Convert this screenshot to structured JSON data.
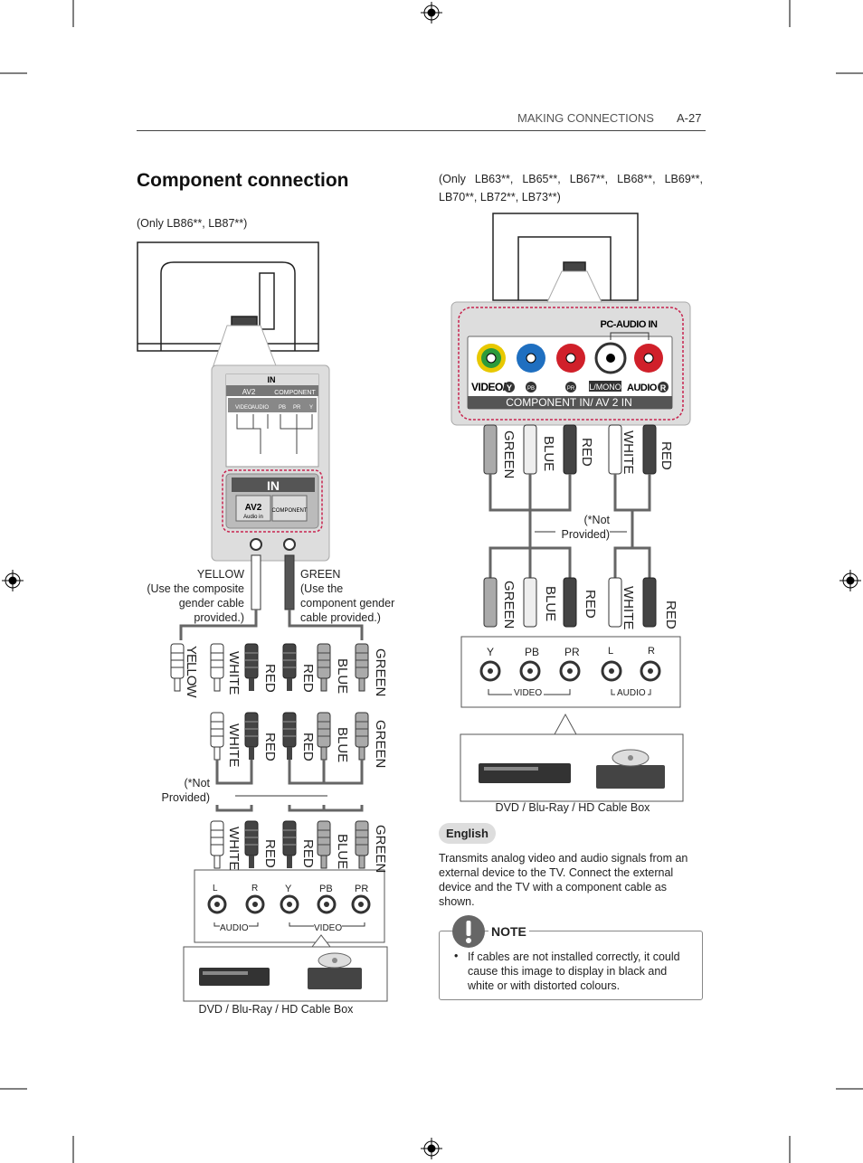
{
  "header": {
    "section": "MAKING CONNECTIONS",
    "page": "A-27"
  },
  "title": "Component connection",
  "left": {
    "models": "(Only LB86**, LB87**)",
    "panel": {
      "in_label": "IN",
      "av2": "AV2",
      "component": "COMPONENT",
      "video": "VIDEO",
      "audio": "AUDIO",
      "pb": "PB",
      "pr": "PR",
      "y": "Y",
      "in_big": "IN",
      "av2_big": "AV2",
      "audio_in": "Audio in",
      "component_small": "COMPONENT"
    },
    "yellow_note": [
      "YELLOW",
      "(Use the composite",
      "gender cable",
      "provided.)"
    ],
    "green_note": [
      "GREEN",
      "(Use the",
      "component gender",
      "cable provided.)"
    ],
    "row1": [
      "YELLOW",
      "WHITE",
      "RED",
      "RED",
      "BLUE",
      "GREEN"
    ],
    "row2": [
      "WHITE",
      "RED",
      "RED",
      "BLUE",
      "GREEN"
    ],
    "row3": [
      "WHITE",
      "RED",
      "RED",
      "BLUE",
      "GREEN"
    ],
    "not_provided": [
      "(*Not",
      "Provided)"
    ],
    "jacks": [
      "L",
      "R",
      "Y",
      "PB",
      "PR"
    ],
    "audio": "AUDIO",
    "video": "VIDEO",
    "device_caption": "DVD / Blu-Ray / HD Cable Box"
  },
  "right": {
    "models": "(Only LB63**, LB65**, LB67**, LB68**, LB69**, LB70**, LB72**, LB73**)",
    "panel": {
      "pc_audio": "PC-AUDIO IN",
      "video_y": "VIDEO/",
      "y": "Y",
      "pb": "PB",
      "pr": "PR",
      "lmono": "L/MONO",
      "audio": "AUDIO",
      "r": "R",
      "bar": "COMPONENT IN/ AV 2 IN"
    },
    "row1": [
      "GREEN",
      "BLUE",
      "RED",
      "WHITE",
      "RED"
    ],
    "row2": [
      "GREEN",
      "BLUE",
      "RED",
      "WHITE",
      "RED"
    ],
    "not_provided": [
      "(*Not",
      "Provided)"
    ],
    "jacks": [
      "Y",
      "PB",
      "PR",
      "L",
      "R"
    ],
    "video": "VIDEO",
    "audio": "AUDIO",
    "device_caption": "DVD / Blu-Ray / HD Cable Box",
    "language": "English",
    "description": "Transmits analog video and audio signals from an external device to the TV. Connect the external device and the TV with a component cable as shown.",
    "note_title": "NOTE",
    "note_item": "If cables are not installed correctly, it could cause this image to display in black and white or with distorted colours."
  },
  "colors": {
    "yellow": "#e8c800",
    "green": "#2c9a3c",
    "blue": "#1f6fc0",
    "red": "#d0202a",
    "white": "#ffffff",
    "cable": "#555555",
    "dashed": "#c8234e"
  }
}
